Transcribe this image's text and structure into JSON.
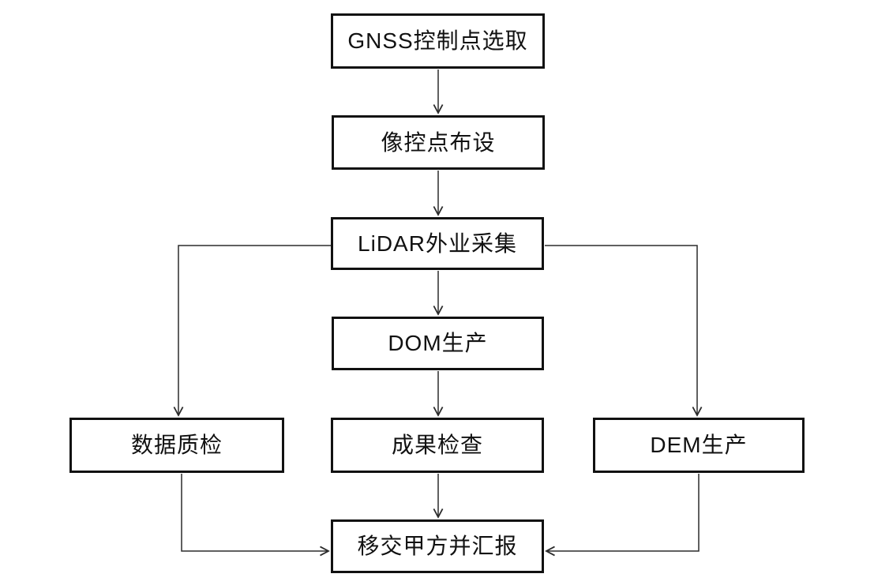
{
  "diagram": {
    "type": "flowchart",
    "background_color": "#ffffff",
    "box_border_color": "#111111",
    "line_color": "#2b2b2b",
    "text_color": "#111111",
    "nodes": [
      {
        "id": "gnss",
        "label": "GNSS控制点选取"
      },
      {
        "id": "image-control",
        "label": "像控点布设"
      },
      {
        "id": "lidar",
        "label": "LiDAR外业采集"
      },
      {
        "id": "dom",
        "label": "DOM生产"
      },
      {
        "id": "data-qc",
        "label": "数据质检"
      },
      {
        "id": "result-check",
        "label": "成果检查"
      },
      {
        "id": "dem",
        "label": "DEM生产"
      },
      {
        "id": "handover",
        "label": "移交甲方并汇报"
      }
    ],
    "edges": [
      {
        "from": "gnss",
        "to": "image-control",
        "route": "straight-down"
      },
      {
        "from": "image-control",
        "to": "lidar",
        "route": "straight-down"
      },
      {
        "from": "lidar",
        "to": "dom",
        "route": "straight-down"
      },
      {
        "from": "lidar",
        "to": "data-qc",
        "route": "left-then-down"
      },
      {
        "from": "lidar",
        "to": "dem",
        "route": "right-then-down"
      },
      {
        "from": "dom",
        "to": "result-check",
        "route": "straight-down"
      },
      {
        "from": "result-check",
        "to": "handover",
        "route": "straight-down"
      },
      {
        "from": "data-qc",
        "to": "handover",
        "route": "down-then-right"
      },
      {
        "from": "dem",
        "to": "handover",
        "route": "down-then-left"
      }
    ]
  }
}
